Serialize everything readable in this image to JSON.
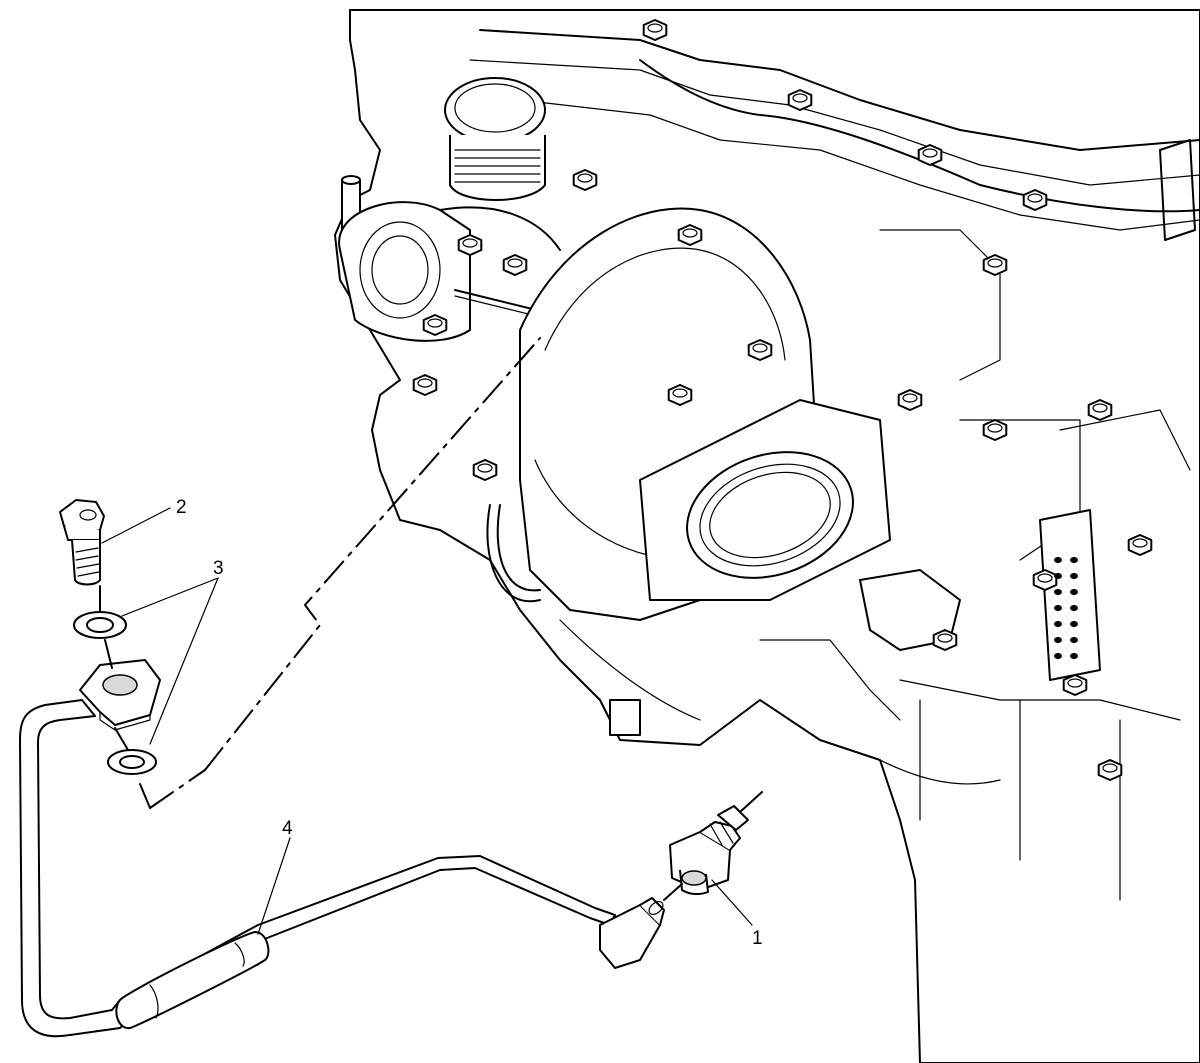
{
  "figure": {
    "callouts": [
      {
        "id": "1",
        "label": "1"
      },
      {
        "id": "2",
        "label": "2"
      },
      {
        "id": "3",
        "label": "3"
      },
      {
        "id": "4",
        "label": "4"
      }
    ],
    "colors": {
      "line": "#000000",
      "background": "#ffffff",
      "shade": "#d9d9d9"
    }
  }
}
